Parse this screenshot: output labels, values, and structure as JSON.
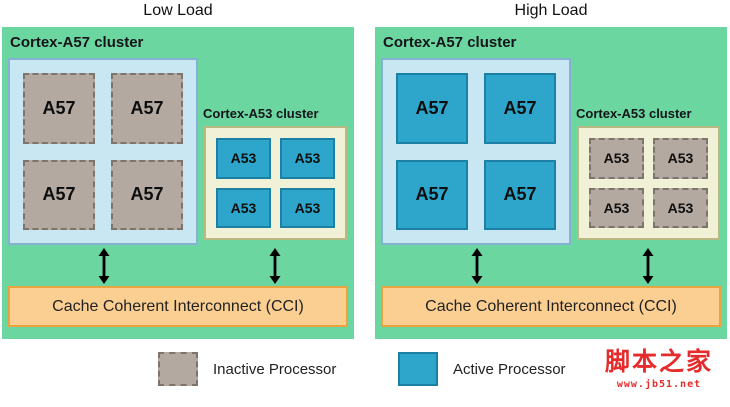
{
  "panels": [
    {
      "title": "Low Load",
      "a57_label": "Cortex-A57 cluster",
      "a53_label": "Cortex-A53 cluster",
      "a57_cores": [
        {
          "label": "A57",
          "state": "inactive"
        },
        {
          "label": "A57",
          "state": "inactive"
        },
        {
          "label": "A57",
          "state": "inactive"
        },
        {
          "label": "A57",
          "state": "inactive"
        }
      ],
      "a53_cores": [
        {
          "label": "A53",
          "state": "active"
        },
        {
          "label": "A53",
          "state": "active"
        },
        {
          "label": "A53",
          "state": "active"
        },
        {
          "label": "A53",
          "state": "active"
        }
      ],
      "cci_label": "Cache Coherent Interconnect (CCI)"
    },
    {
      "title": "High Load",
      "a57_label": "Cortex-A57 cluster",
      "a53_label": "Cortex-A53 cluster",
      "a57_cores": [
        {
          "label": "A57",
          "state": "active"
        },
        {
          "label": "A57",
          "state": "active"
        },
        {
          "label": "A57",
          "state": "active"
        },
        {
          "label": "A57",
          "state": "active"
        }
      ],
      "a53_cores": [
        {
          "label": "A53",
          "state": "inactive"
        },
        {
          "label": "A53",
          "state": "inactive"
        },
        {
          "label": "A53",
          "state": "inactive"
        },
        {
          "label": "A53",
          "state": "inactive"
        }
      ],
      "cci_label": "Cache Coherent Interconnect (CCI)"
    }
  ],
  "legend": {
    "inactive": {
      "label": "Inactive Processor",
      "state": "inactive"
    },
    "active": {
      "label": "Active Processor",
      "state": "active"
    }
  },
  "watermark": {
    "title": "脚本之家",
    "subtitle": "www.jb51.net"
  },
  "colors": {
    "panel_background": "#6BD6A0",
    "a57_cluster_box": "#C9E7F3",
    "a53_cluster_box": "#F1F1D8",
    "active_core": "#2EA6CB",
    "inactive_core": "#B3A9A1",
    "cci_bar": "#FBCF92",
    "watermark_red": "#E52B2B"
  }
}
